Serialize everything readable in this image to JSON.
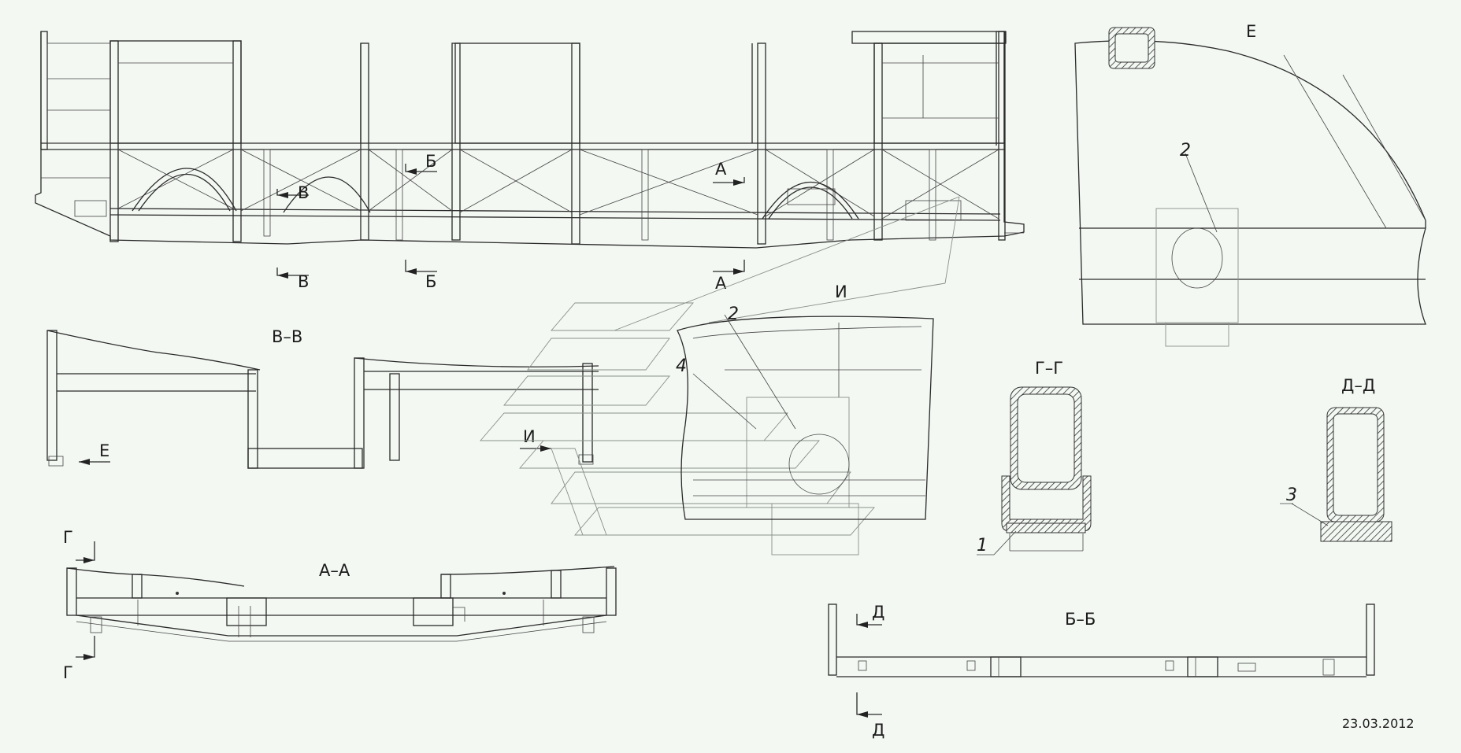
{
  "labels": {
    "sec_v": "В",
    "sec_b": "Б",
    "sec_a": "А",
    "sec_i": "И",
    "sec_e": "Е",
    "sec_g": "Г",
    "sec_d": "Д",
    "view_vv": "В–В",
    "view_e": "Е",
    "view_i": "И",
    "view_gg": "Г–Г",
    "view_dd": "Д–Д",
    "view_aa": "А–А",
    "view_bb": "Б–Б"
  },
  "callouts": {
    "n1": "1",
    "n2": "2",
    "n3": "3",
    "n4": "4"
  },
  "date": "23.03.2012",
  "colors": {
    "background": "#f3f8f3",
    "line": "#2a2a2a"
  }
}
